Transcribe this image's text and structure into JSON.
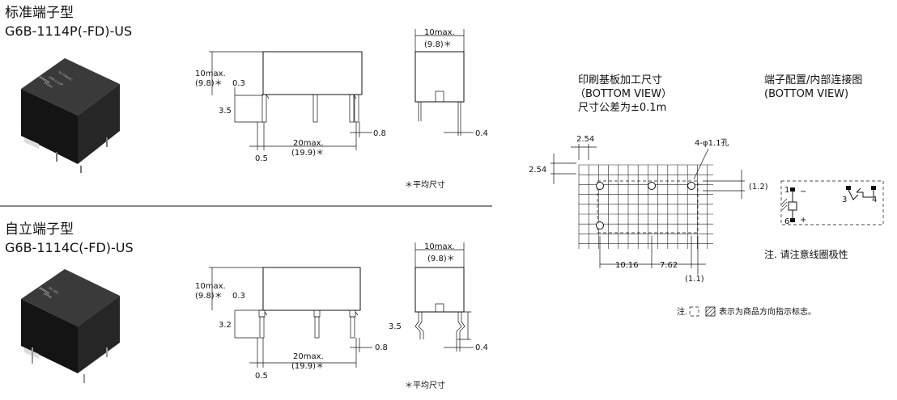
{
  "top_section": {
    "title_cn": "标准端子型",
    "model": "G6B-1114P(-FD)-US"
  },
  "bottom_section": {
    "title_cn": "自立端子型",
    "model": "G6B-1114C(-FD)-US"
  },
  "relay_label_text": [
    "omron",
    "G6B-1114P",
    "24VDC",
    "5A 250VAC",
    "DC 30V",
    "JAPAN"
  ],
  "dims_top": {
    "height_max": "10max.",
    "height_avg": "(9.8)＊",
    "gap": "0.3",
    "pin_len": "3.5",
    "length_max": "20max.",
    "length_avg": "(19.9)＊",
    "pin_w": "0.8",
    "offset": "0.5",
    "side_width_max": "10max.",
    "side_width_avg": "(9.8)＊",
    "side_pin": "0.4",
    "note": "＊平均尺寸"
  },
  "dims_bottom": {
    "height_max": "10max.",
    "height_avg": "(9.8)＊",
    "gap": "0.3",
    "pin_len": "3.2",
    "length_max": "20max.",
    "length_avg": "(19.9)＊",
    "pin_w": "0.8",
    "offset": "0.5",
    "side_width_max": "10max.",
    "side_width_avg": "(9.8)＊",
    "side_pin_len": "3.5",
    "side_pin": "0.4",
    "note": "＊平均尺寸"
  },
  "pcb": {
    "title_cn": "印刷基板加工尺寸",
    "view": "（BOTTOM VIEW）",
    "tolerance": "尺寸公差为±0.1m",
    "pitch_x": "2.54",
    "pitch_y": "2.54",
    "holes": "4-φ1.1孔",
    "offset_y": "(1.2)",
    "d1": "10.16",
    "d2": "7.62",
    "offset_x": "(1.1)"
  },
  "terminal": {
    "title_cn": "端子配置/内部连接图",
    "view": "(BOTTOM VIEW)",
    "pin1": "1",
    "pin6": "6",
    "pin3": "3",
    "pin4": "4",
    "minus": "−",
    "plus": "+",
    "note": "注. 请注意线圈极性"
  },
  "legend_note": {
    "prefix": "注.",
    "text": "表示为商品方向指示标志。"
  }
}
